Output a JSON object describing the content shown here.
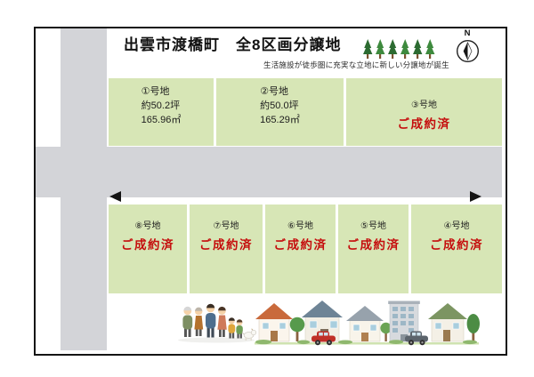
{
  "page": {
    "title": "出雲市渡橋町　全8区画分譲地",
    "subtitle": "生活施設が徒歩圏に充実な立地に新しい分譲地が誕生",
    "compass_label": "N"
  },
  "lots": {
    "top": [
      {
        "name": "①号地",
        "area_tsubo": "約50.2坪",
        "area_sqm": "165.96㎡"
      },
      {
        "name": "②号地",
        "area_tsubo": "約50.0坪",
        "area_sqm": "165.29㎡"
      },
      {
        "name": "③号地",
        "status": "ご成約済"
      }
    ],
    "bottom": [
      {
        "name": "⑧号地",
        "status": "ご成約済"
      },
      {
        "name": "⑦号地",
        "status": "ご成約済"
      },
      {
        "name": "⑥号地",
        "status": "ご成約済"
      },
      {
        "name": "⑤号地",
        "status": "ご成約済"
      },
      {
        "name": "④号地",
        "status": "ご成約済"
      }
    ]
  },
  "colors": {
    "lot_green": "#d7e6b6",
    "road_gray": "#d3d4d8",
    "sold_red": "#c50d0d",
    "frame_black": "#141414"
  }
}
